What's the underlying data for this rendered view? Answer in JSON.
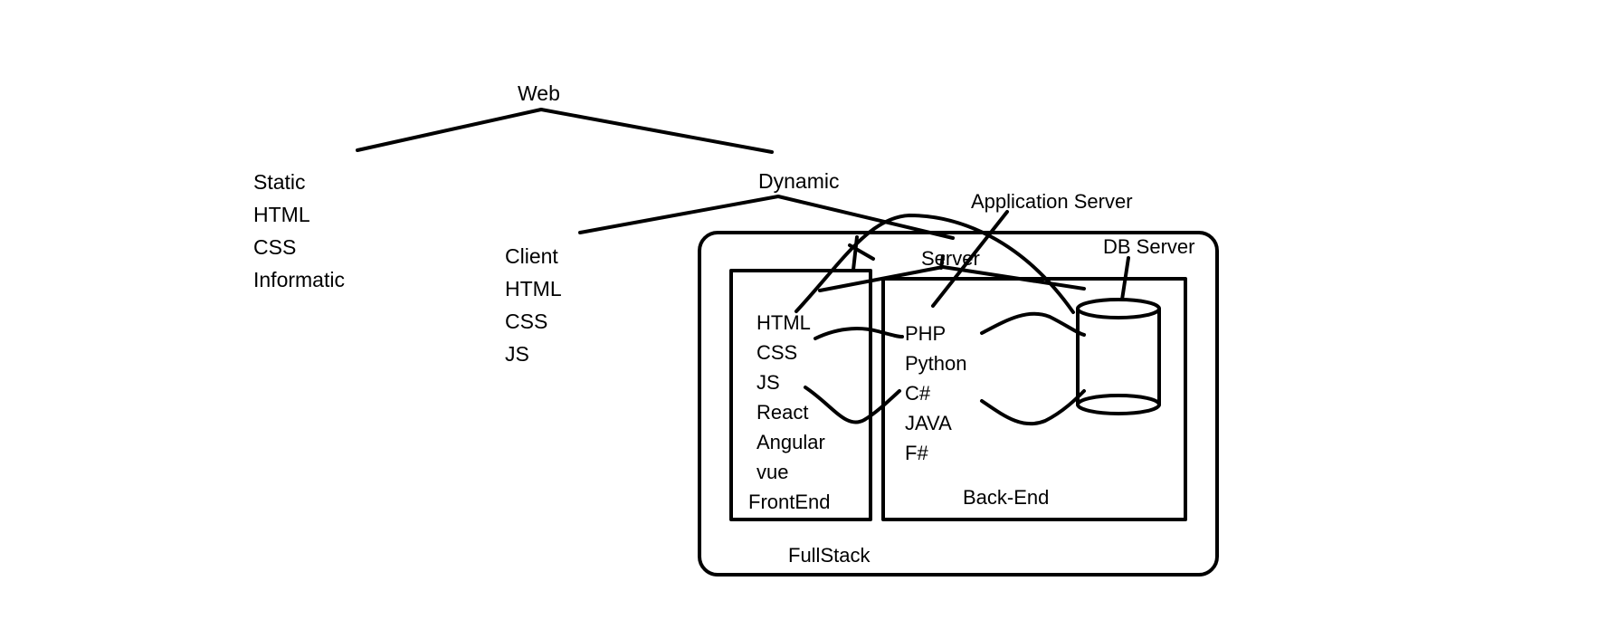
{
  "root": "Web",
  "static_branch": {
    "items": [
      "Static",
      "HTML",
      "CSS",
      "Informatic"
    ]
  },
  "dynamic_branch": {
    "label": "Dynamic"
  },
  "client_branch": {
    "items": [
      "Client",
      "HTML",
      "CSS",
      "JS"
    ]
  },
  "server_label": "Server",
  "app_server_label": "Application Server",
  "db_server_label": "DB Server",
  "frontend": {
    "items": [
      "HTML",
      "CSS",
      "JS",
      "React",
      "Angular",
      "vue"
    ],
    "label": "FrontEnd"
  },
  "backend": {
    "items": [
      "PHP",
      "Python",
      "C#",
      "JAVA",
      "F#"
    ],
    "label": "Back-End"
  },
  "fullstack_label": "FullStack"
}
